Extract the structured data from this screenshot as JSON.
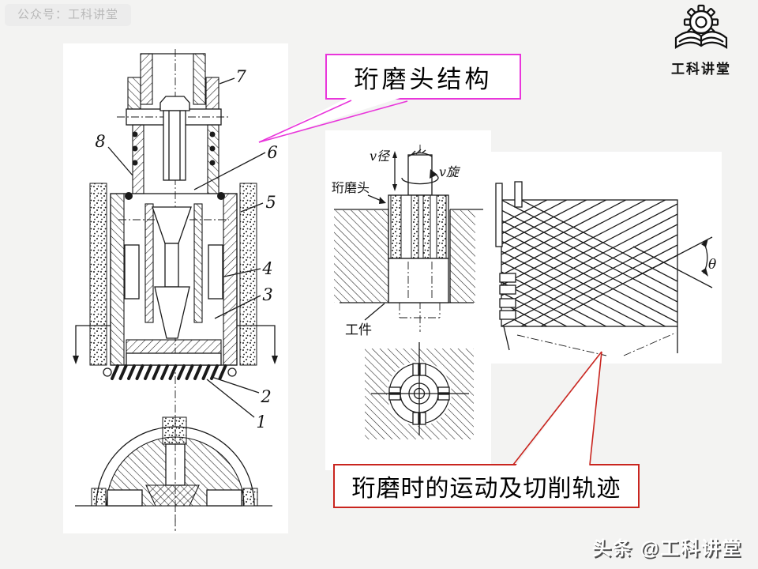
{
  "badge": {
    "text": "公众号：工科讲堂"
  },
  "logo": {
    "text": "工科讲堂"
  },
  "callout_top": {
    "text": "珩磨头结构",
    "border_color": "#e935db"
  },
  "callout_bottom": {
    "text": "珩磨时的运动及切削轨迹",
    "border_color": "#c9251f"
  },
  "fig_left": {
    "numbers": {
      "n1": "1",
      "n2": "2",
      "n3": "3",
      "n4": "4",
      "n5": "5",
      "n6": "6",
      "n7": "7",
      "n8": "8"
    }
  },
  "fig_mid": {
    "v_radial": "v径",
    "v_rotary": "v旋",
    "head": "珩磨头",
    "workpiece": "工件"
  },
  "fig_right": {
    "theta": "θ"
  },
  "watermark": {
    "text": "头条 @工科讲堂"
  },
  "colors": {
    "ink": "#1a1a1a",
    "magenta": "#e935db",
    "red": "#c9251f",
    "background": "#f3f3f2"
  }
}
